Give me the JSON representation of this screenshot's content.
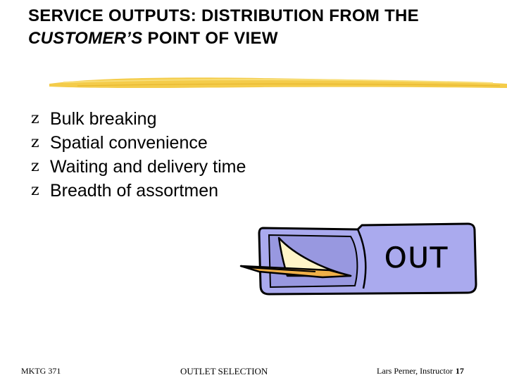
{
  "slide": {
    "title_part1": "SERVICE OUTPUTS:  DISTRIBUTION FROM THE ",
    "title_italic": "CUSTOMER’S",
    "title_part2": " POINT OF VIEW",
    "bullets": [
      {
        "marker": "z",
        "text": "Bulk breaking"
      },
      {
        "marker": "z",
        "text": "Spatial convenience"
      },
      {
        "marker": "z",
        "text": "Waiting and delivery time"
      },
      {
        "marker": "z",
        "text": "Breadth of assortmen"
      }
    ],
    "clipart": {
      "icon": "out-tray-icon",
      "label": "OUT",
      "colors": {
        "tray": "#aaaaee",
        "outline": "#000000",
        "paper": "#fff5c8",
        "shadow": "#f0b048"
      }
    },
    "underline_color": "#f4cc4a"
  },
  "footer": {
    "left": "MKTG 371",
    "center": "OUTLET SELECTION",
    "right": "Lars Perner, Instructor",
    "page": "17"
  }
}
